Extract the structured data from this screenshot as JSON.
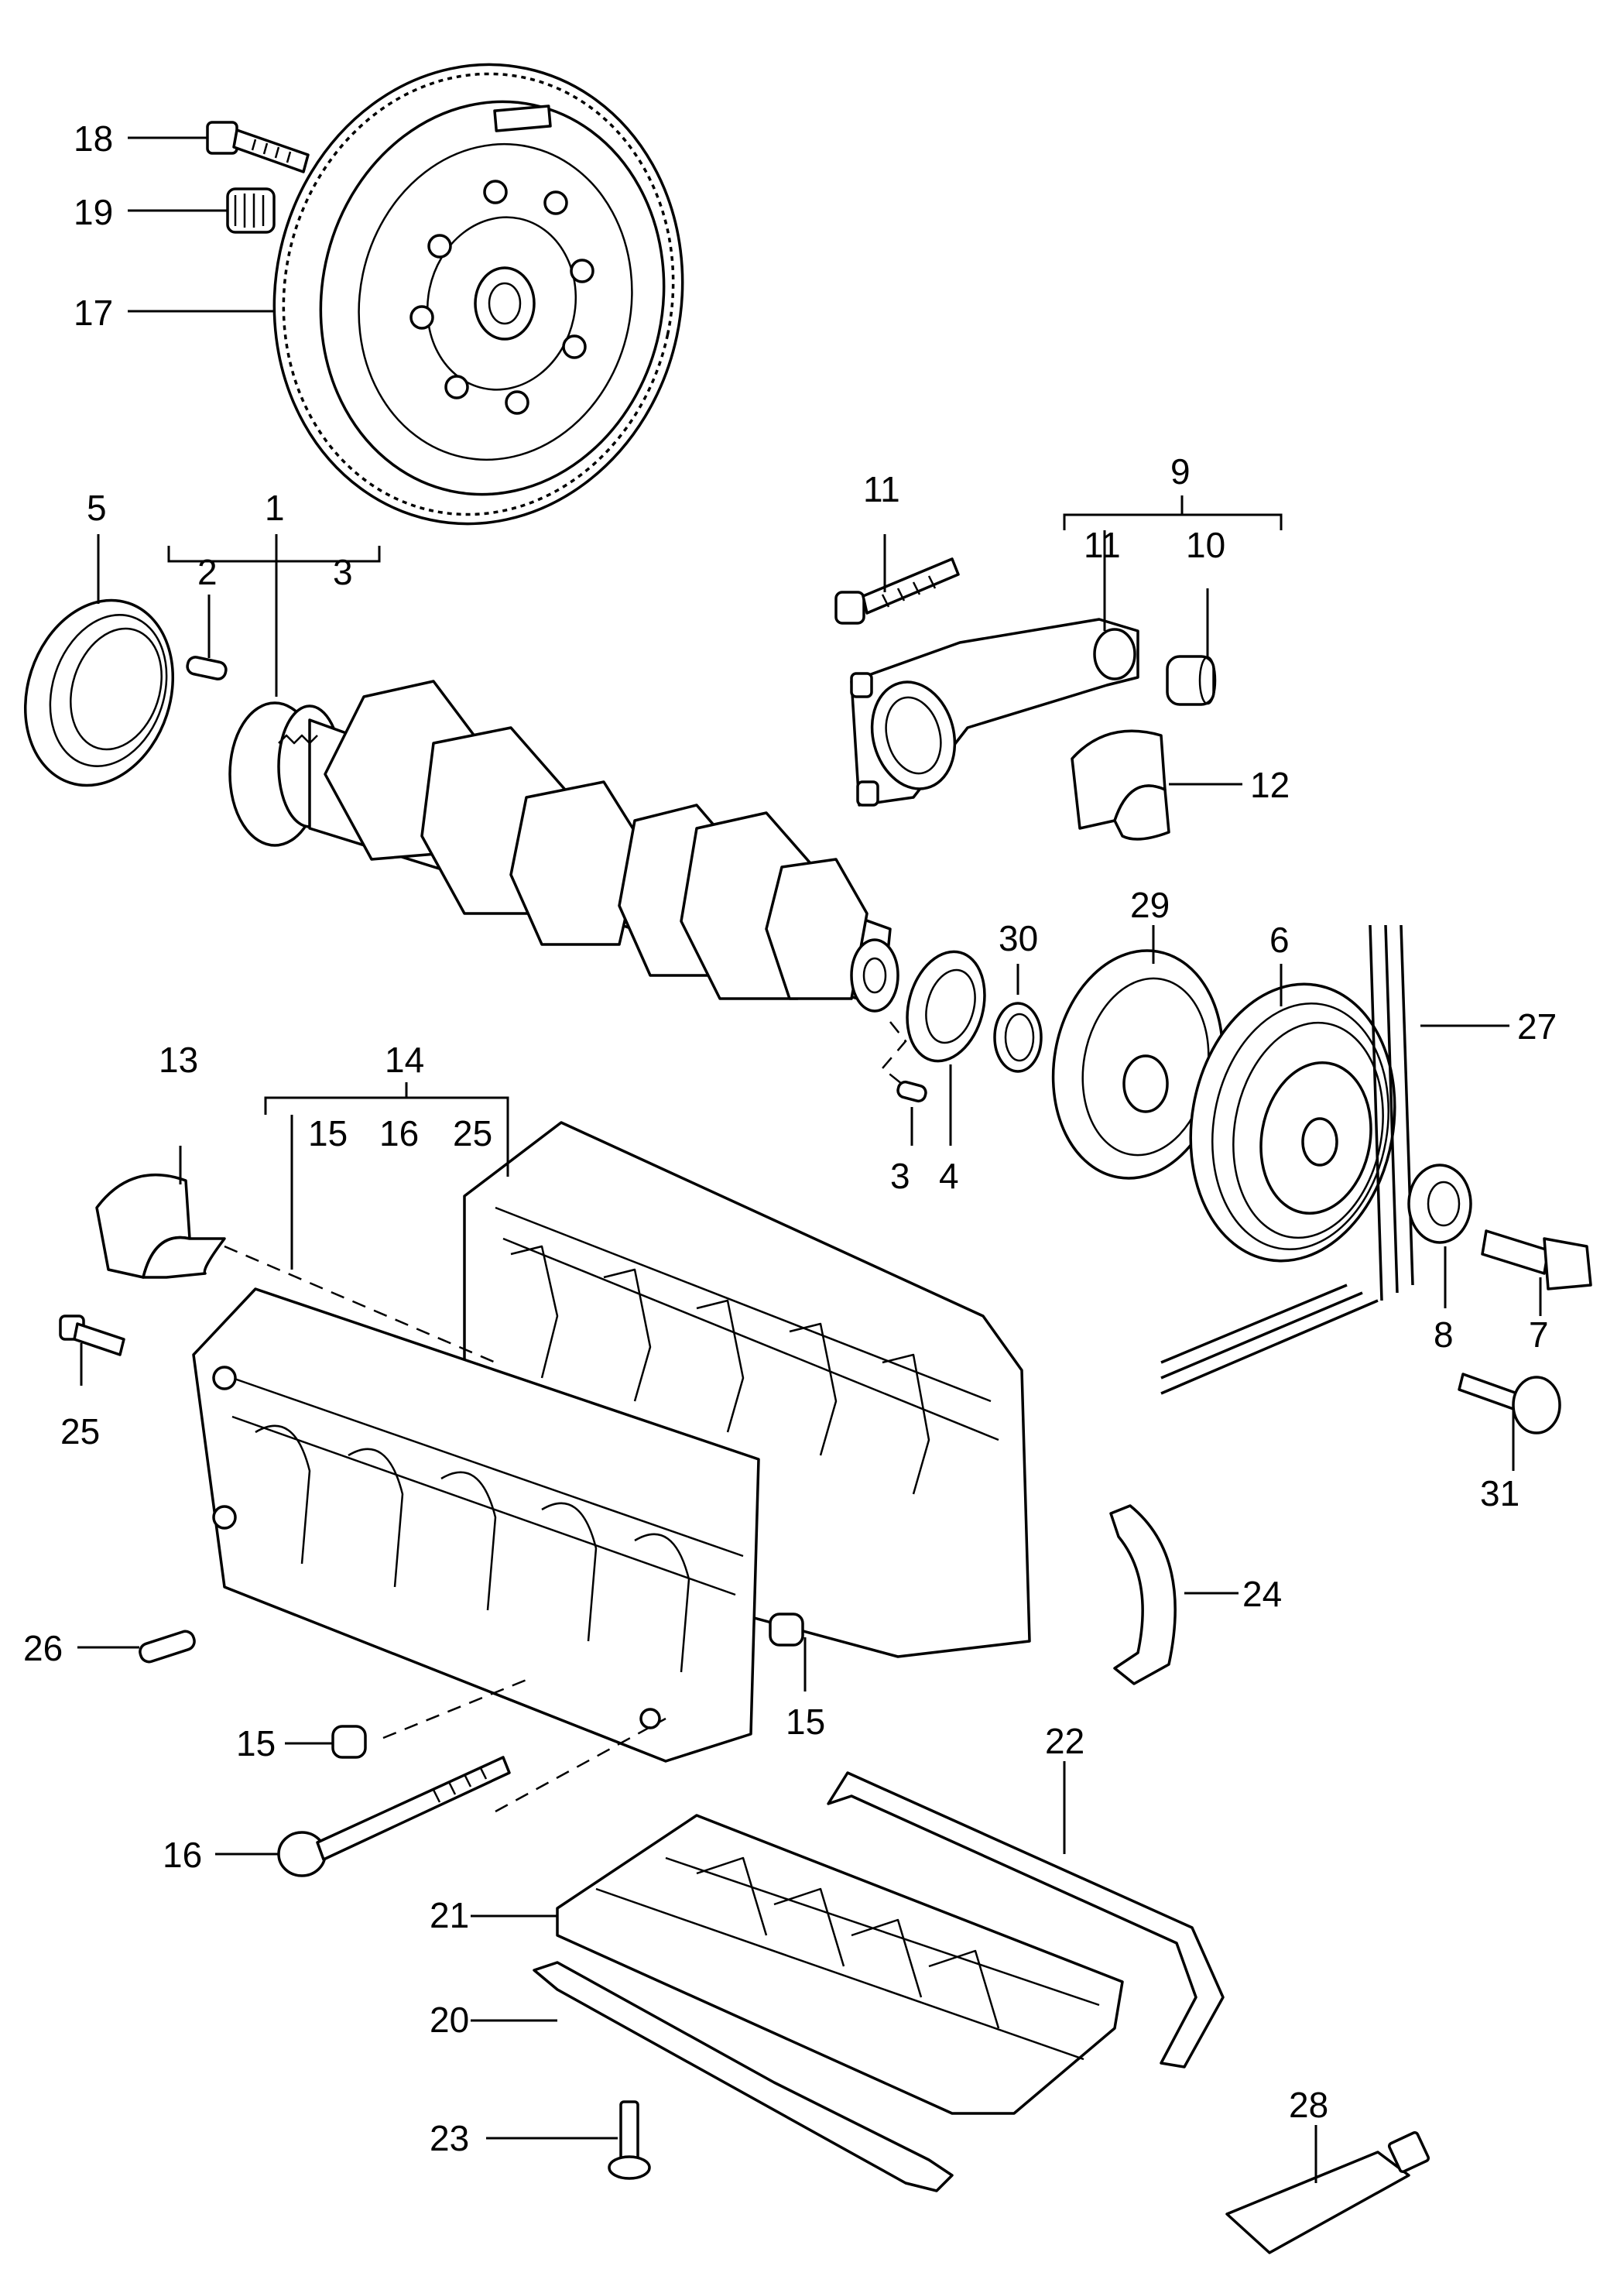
{
  "callouts": {
    "c1": "1",
    "c2": "2",
    "c3a": "3",
    "c3b": "3",
    "c4": "4",
    "c5": "5",
    "c6": "6",
    "c7": "7",
    "c8": "8",
    "c9": "9",
    "c10": "10",
    "c11a": "11",
    "c11b": "11",
    "c12": "12",
    "c13": "13",
    "c14": "14",
    "c15a": "15",
    "c15b": "15",
    "c15c": "15",
    "c16a": "16",
    "c16b": "16",
    "c17": "17",
    "c18": "18",
    "c19": "19",
    "c20": "20",
    "c21": "21",
    "c22": "22",
    "c23": "23",
    "c24": "24",
    "c25a": "25",
    "c25b": "25",
    "c26": "26",
    "c27": "27",
    "c28": "28",
    "c29": "29",
    "c30": "30",
    "c31": "31"
  }
}
